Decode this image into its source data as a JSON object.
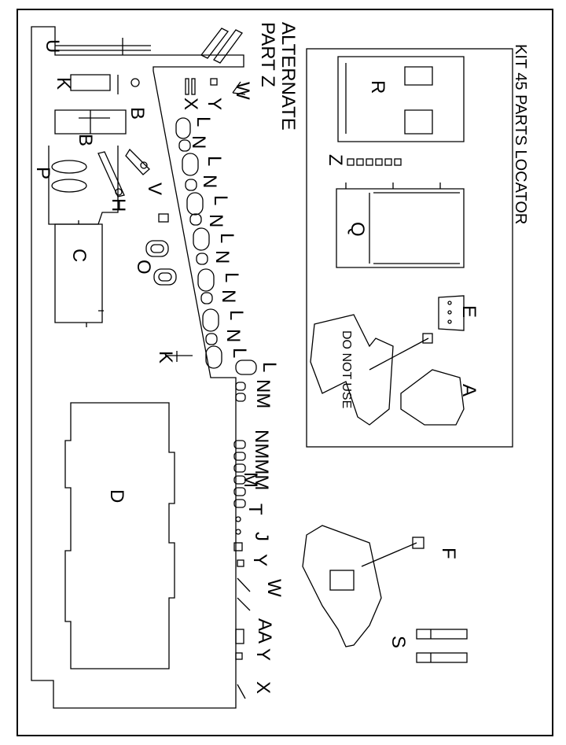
{
  "title": "KIT 45 PARTS LOCATOR",
  "alternate": {
    "line1": "ALTERNATE",
    "line2": "PART Z"
  },
  "notice": "DO NOT USE",
  "labels": {
    "A": "A",
    "B": "B",
    "C": "C",
    "D": "D",
    "E": "E",
    "F": "F",
    "H": "H",
    "J": "J",
    "K": "K",
    "L": "L",
    "M": "M",
    "N": "N",
    "O": "O",
    "P": "P",
    "Q": "Q",
    "R": "R",
    "S": "S",
    "T": "T",
    "U": "U",
    "V": "V",
    "W": "W",
    "X": "X",
    "Y": "Y",
    "Z": "Z",
    "AA": "AA",
    "NMMM": "NMMM",
    "NM": "NM"
  }
}
